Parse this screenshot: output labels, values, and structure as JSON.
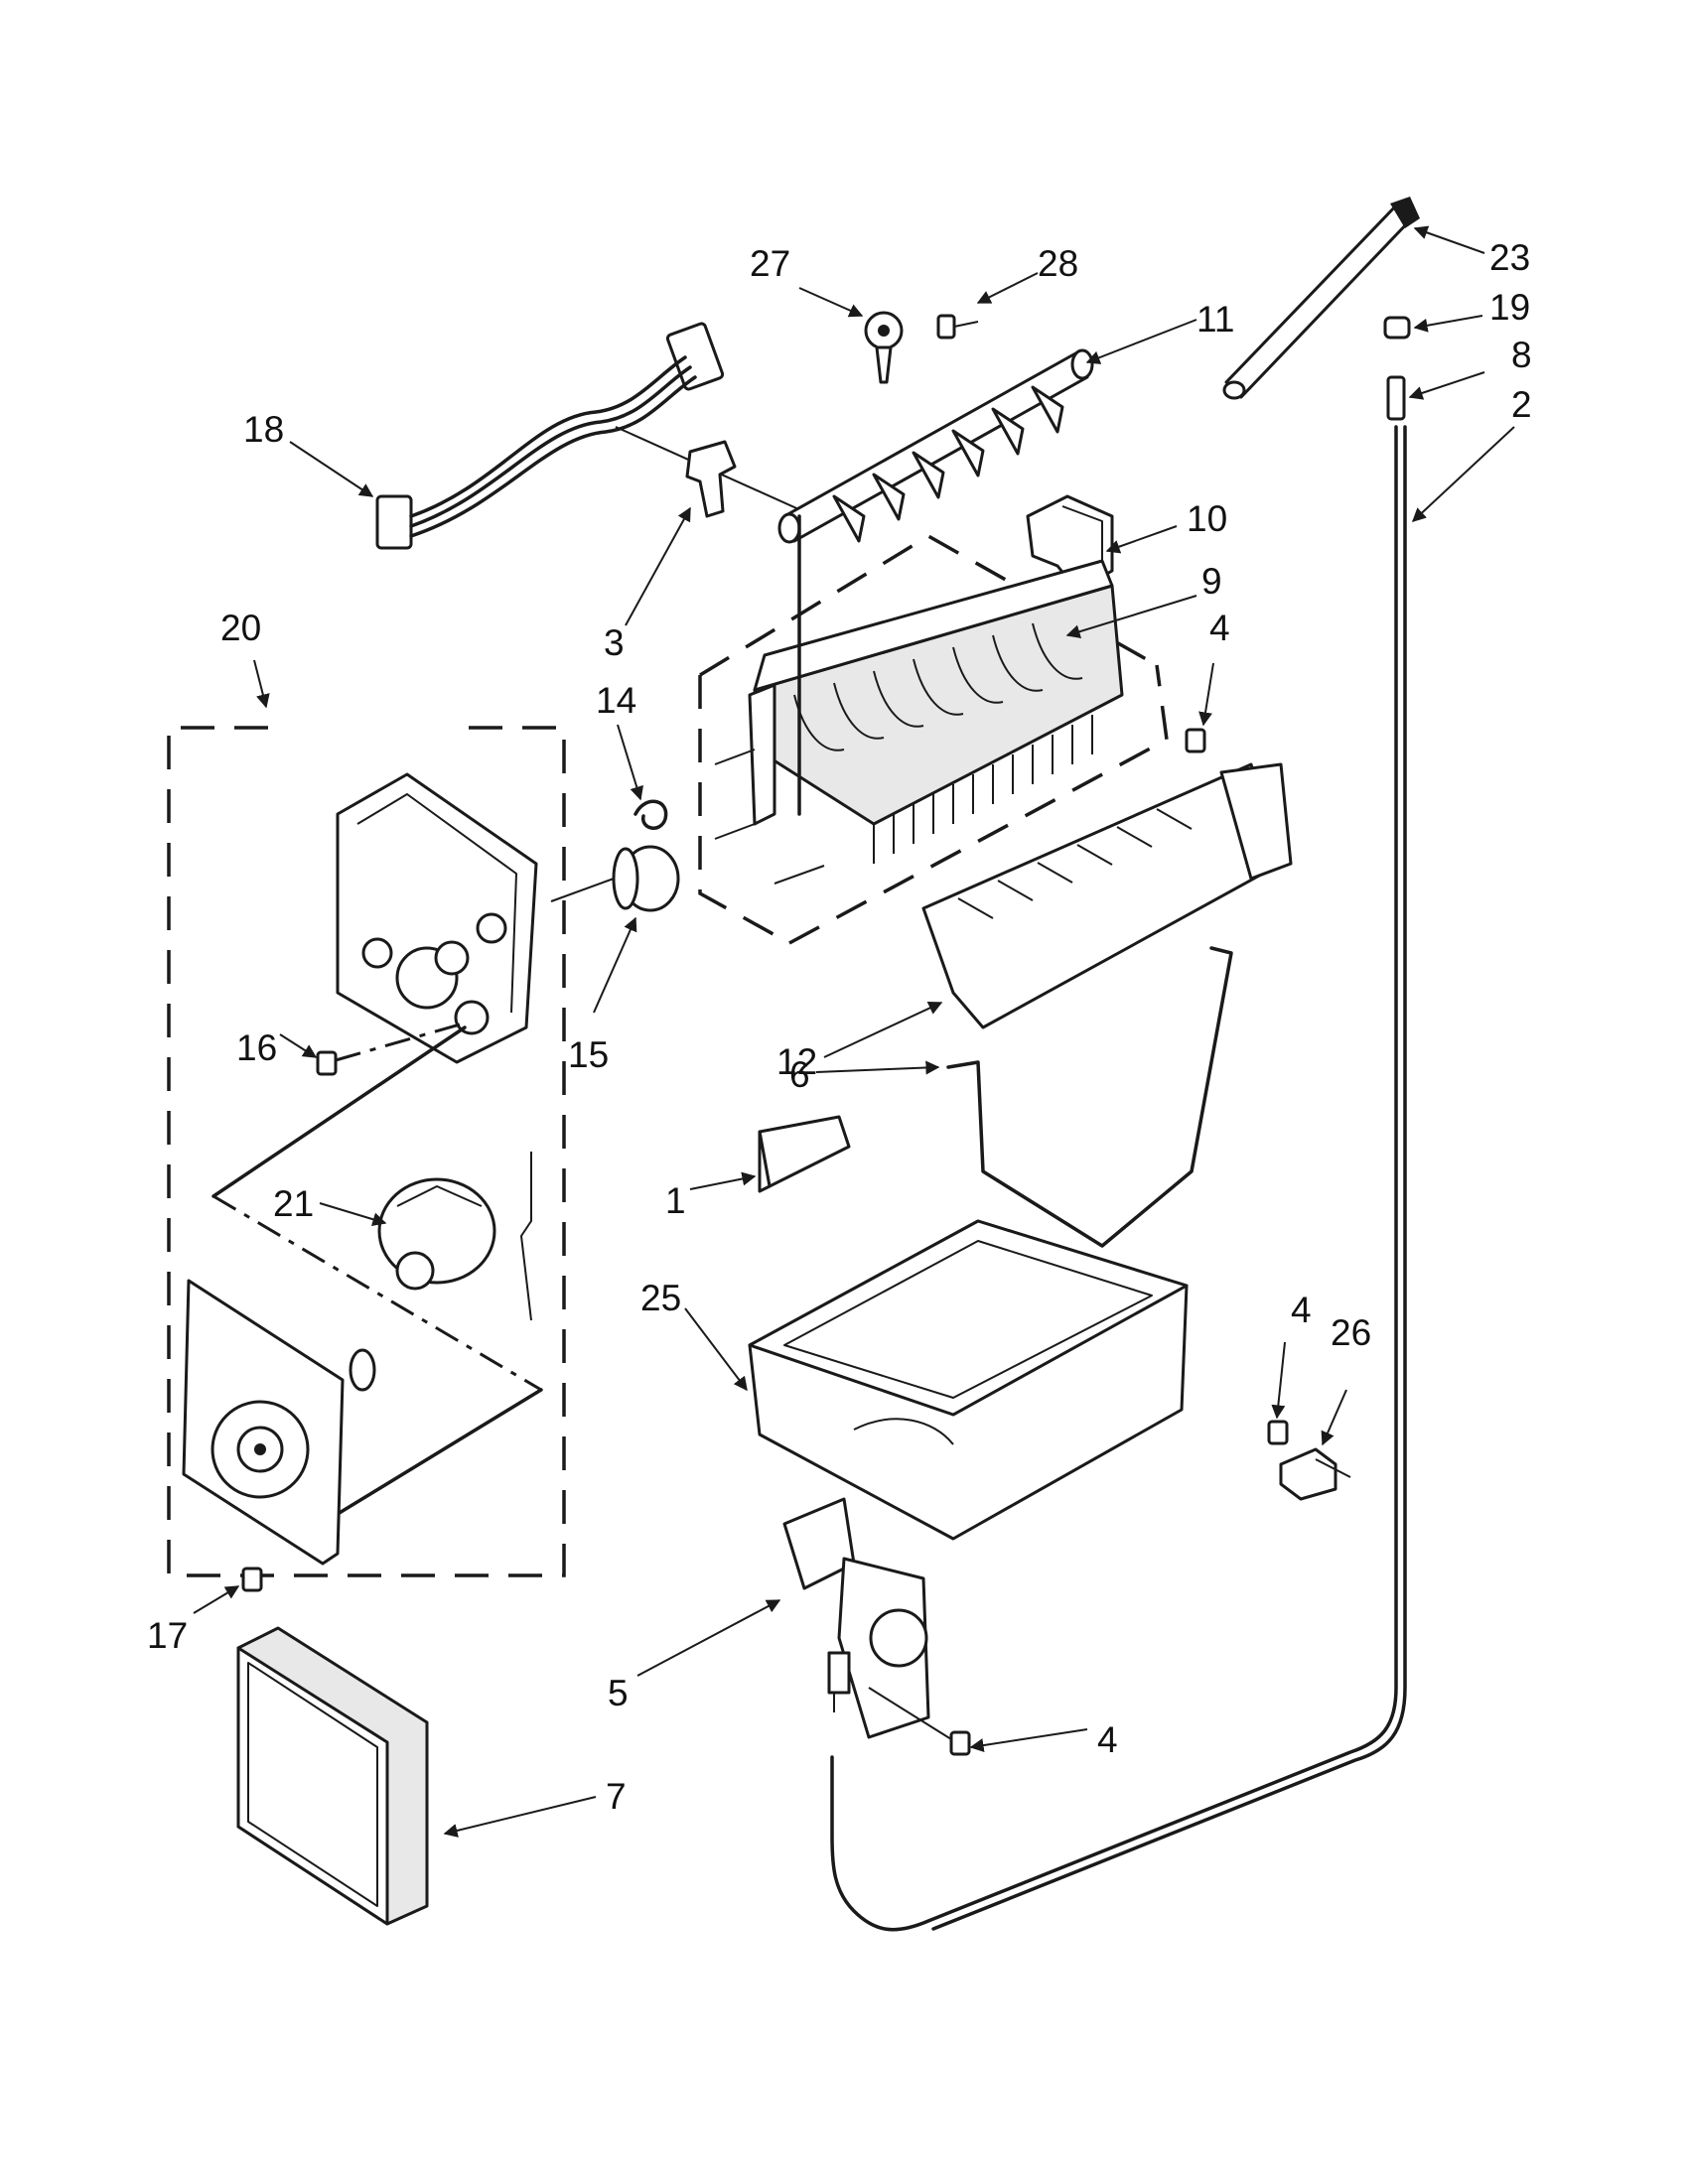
{
  "callouts": [
    {
      "id": "c27",
      "text": "27"
    },
    {
      "id": "c28",
      "text": "28"
    },
    {
      "id": "c23",
      "text": "23"
    },
    {
      "id": "c19",
      "text": "19"
    },
    {
      "id": "c11",
      "text": "11"
    },
    {
      "id": "c8",
      "text": "8"
    },
    {
      "id": "c2",
      "text": "2"
    },
    {
      "id": "c18",
      "text": "18"
    },
    {
      "id": "c10",
      "text": "10"
    },
    {
      "id": "c9",
      "text": "9"
    },
    {
      "id": "c3",
      "text": "3"
    },
    {
      "id": "c20",
      "text": "20"
    },
    {
      "id": "c4a",
      "text": "4"
    },
    {
      "id": "c14",
      "text": "14"
    },
    {
      "id": "c15",
      "text": "15"
    },
    {
      "id": "c16",
      "text": "16"
    },
    {
      "id": "c12",
      "text": "12"
    },
    {
      "id": "c6",
      "text": "6"
    },
    {
      "id": "c21",
      "text": "21"
    },
    {
      "id": "c1",
      "text": "1"
    },
    {
      "id": "c25",
      "text": "25"
    },
    {
      "id": "c4b",
      "text": "4"
    },
    {
      "id": "c26",
      "text": "26"
    },
    {
      "id": "c17",
      "text": "17"
    },
    {
      "id": "c5",
      "text": "5"
    },
    {
      "id": "c4c",
      "text": "4"
    },
    {
      "id": "c7",
      "text": "7"
    }
  ],
  "colors": {
    "ink": "#1a1a1a",
    "background": "#ffffff",
    "shade": "#e8e8e8"
  }
}
